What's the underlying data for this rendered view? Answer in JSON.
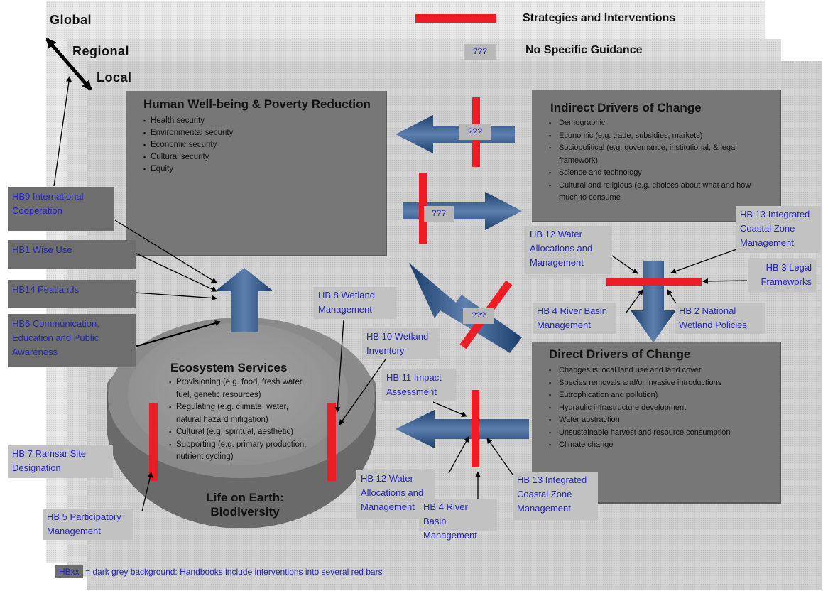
{
  "scales": {
    "global": "Global",
    "regional": "Regional",
    "local": "Local"
  },
  "legend": {
    "red_bar_label": "Strategies and Interventions",
    "no_guidance_box": "???",
    "no_guidance_label": "No Specific Guidance",
    "red_color": "#ee1c25"
  },
  "human_wellbeing": {
    "title": "Human Well-being & Poverty Reduction",
    "items": [
      "Health security",
      "Environmental security",
      "Economic security",
      "Cultural security",
      "Equity"
    ]
  },
  "indirect_drivers": {
    "title": "Indirect Drivers of Change",
    "items": [
      "Demographic",
      "Economic (e.g. trade, subsidies, markets)",
      "Sociopolitical (e.g. governance, institutional, & legal framework)",
      "Science and technology",
      "Cultural and religious (e.g. choices about what and how much to consume"
    ]
  },
  "direct_drivers": {
    "title": "Direct Drivers of Change",
    "items": [
      "Changes is local land use and land cover",
      "Species removals and/or invasive introductions",
      "Eutrophication and pollution)",
      "Hydraulic infrastructure development",
      "Water abstraction",
      "Unsustainable harvest and resource consumption",
      "Climate change"
    ]
  },
  "ecosystem_services": {
    "title": "Ecosystem Services",
    "items": [
      "Provisioning (e.g. food, fresh water, fuel, genetic resources)",
      "Regulating (e.g. climate, water, natural hazard mitigation)",
      "Cultural (e.g. spiritual, aesthetic)",
      "Supporting (e.g. primary production, nutrient cycling)"
    ]
  },
  "life_on_earth": {
    "line1": "Life on Earth:",
    "line2": "Biodiversity"
  },
  "question_marks": [
    "???",
    "???",
    "???"
  ],
  "handbooks_dark": {
    "hb9": "HB9 International Cooperation",
    "hb1": "HB1 Wise Use",
    "hb14": "HB14 Peatlands",
    "hb6": "HB6 Communication, Education and Public Awareness"
  },
  "handbooks_light": {
    "hb12_top": "HB 12 Water Allocations and Management",
    "hb13_top": "HB 13 Integrated Coastal Zone Management",
    "hb3": "HB 3 Legal Frameworks",
    "hb4_top": "HB 4 River Basin Management",
    "hb2": "HB 2 National Wetland Policies",
    "hb8": "HB 8 Wetland Management",
    "hb10": "HB 10 Wetland Inventory",
    "hb11": "HB 11 Impact Assessment",
    "hb7": "HB 7 Ramsar Site Designation",
    "hb5": "HB 5 Participatory Management",
    "hb12_bottom": "HB 12 Water Allocations and Management",
    "hb4_bottom": "HB 4 River Basin Management",
    "hb13_bottom": "HB 13 Integrated Coastal Zone Management"
  },
  "footnote": {
    "code": "HBxx",
    "text": "= dark grey background: Handbooks include interventions into several red bars"
  }
}
